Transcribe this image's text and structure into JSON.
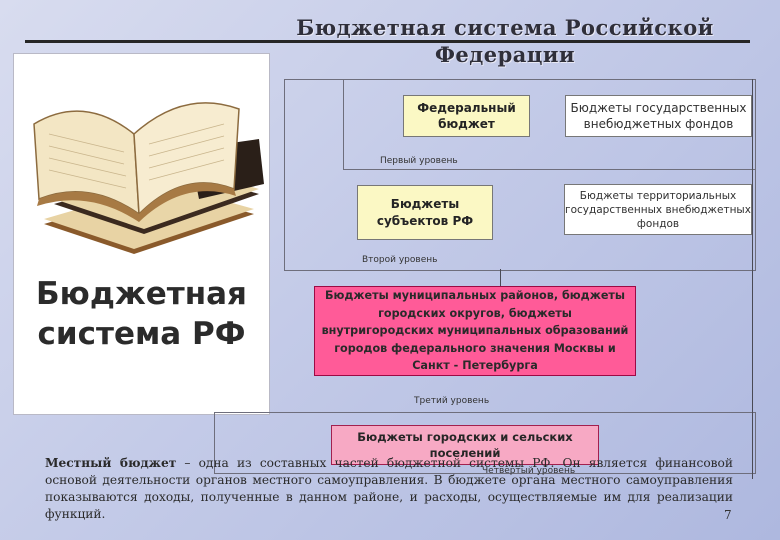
{
  "slide": {
    "title": "Бюджетная система Российской Федерации",
    "cover_text": "Бюджетная система РФ",
    "page_number": "7"
  },
  "diagram": {
    "nodes": {
      "federal_budget": "Федеральный бюджет",
      "state_extrabudgetary_funds": "Бюджеты государственных внебюджетных фондов",
      "subjects_budgets": "Бюджеты субъектов РФ",
      "territorial_funds": "Бюджеты территориальных государственных внебюджетных фондов",
      "municipal_budgets": "Бюджеты муниципальных районов, бюджеты городских округов, бюджеты внутригородских муниципальных образований городов федерального значения Москвы и Санкт - Петербурга",
      "settlements_budgets": "Бюджеты городских и сельских поселений"
    },
    "levels": {
      "first": "Первый уровень",
      "second": "Второй уровень",
      "third": "Третий уровень",
      "fourth": "Четвертый уровень"
    }
  },
  "text": {
    "term": "Местный бюджет",
    "definition": " – одна из составных частей бюджетной системы РФ. Он является финансовой основой деятельности органов местного самоуправления. В бюджете органа местного самоуправления показываются доходы, полученные в данном районе, и расходы, осуществляемые им для реализации функций."
  },
  "colors": {
    "federal_fill": "#fbf8c4",
    "municipal_fill": "#ff5b98",
    "settlements_fill": "#f7a9c4"
  }
}
